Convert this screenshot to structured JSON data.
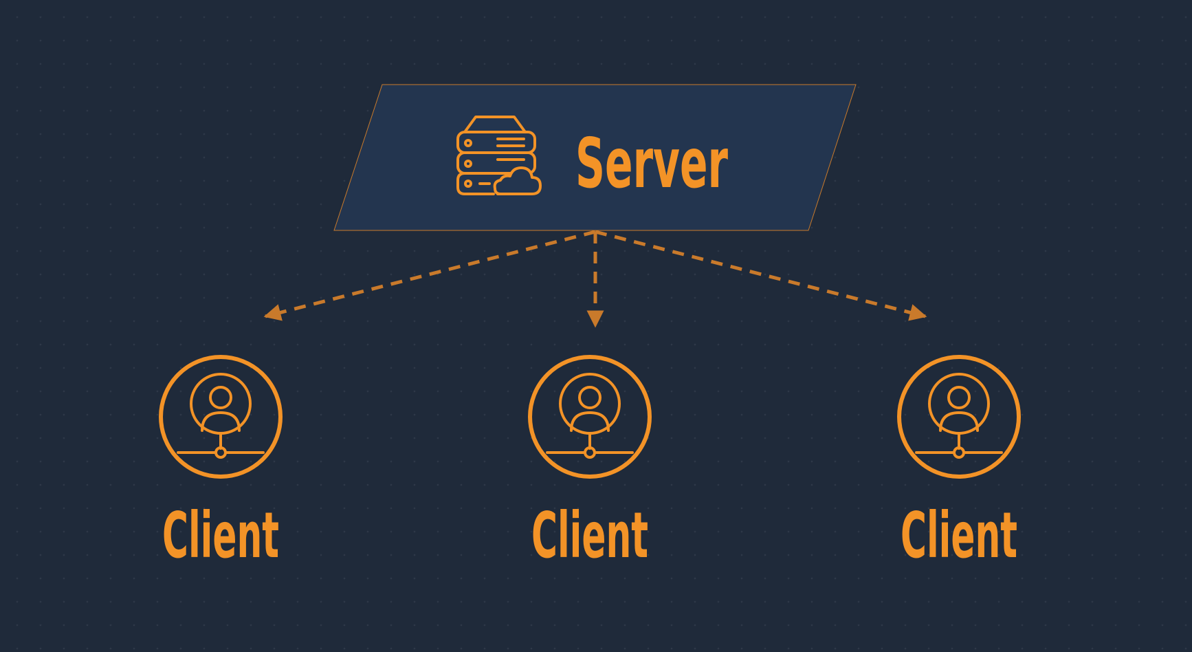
{
  "server": {
    "label": "Server",
    "icon": "server-cloud-icon"
  },
  "clients": [
    {
      "label": "Client",
      "icon": "user-network-icon"
    },
    {
      "label": "Client",
      "icon": "user-network-icon"
    },
    {
      "label": "Client",
      "icon": "user-network-icon"
    }
  ],
  "colors": {
    "accent": "#f39327",
    "arrow": "#c97a2b",
    "background": "#1f2a3a",
    "server_box": "#23354f"
  }
}
